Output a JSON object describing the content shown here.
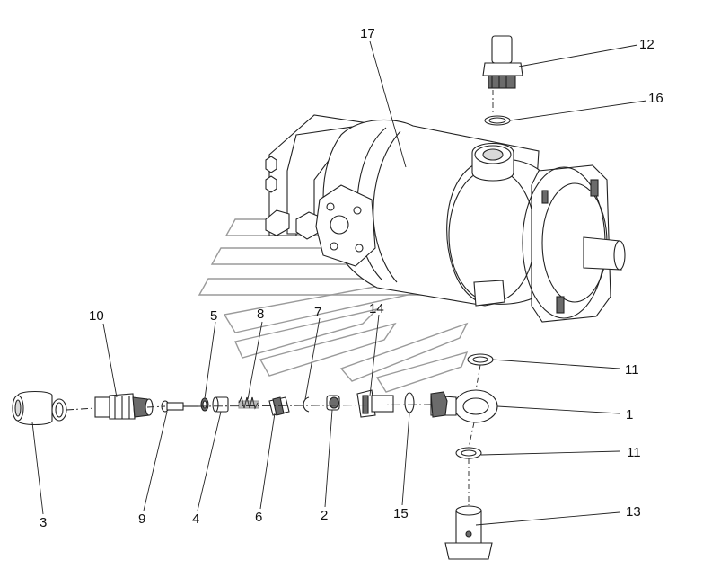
{
  "callouts": [
    {
      "id": "c1",
      "label": "1"
    },
    {
      "id": "c2",
      "label": "2"
    },
    {
      "id": "c3",
      "label": "3"
    },
    {
      "id": "c4",
      "label": "4"
    },
    {
      "id": "c5",
      "label": "5"
    },
    {
      "id": "c6",
      "label": "6"
    },
    {
      "id": "c7",
      "label": "7"
    },
    {
      "id": "c8",
      "label": "8"
    },
    {
      "id": "c9",
      "label": "9"
    },
    {
      "id": "c10",
      "label": "10"
    },
    {
      "id": "c11a",
      "label": "11"
    },
    {
      "id": "c11b",
      "label": "11"
    },
    {
      "id": "c12",
      "label": "12"
    },
    {
      "id": "c13",
      "label": "13"
    },
    {
      "id": "c14",
      "label": "14"
    },
    {
      "id": "c15",
      "label": "15"
    },
    {
      "id": "c16",
      "label": "16"
    },
    {
      "id": "c17",
      "label": "17"
    }
  ]
}
